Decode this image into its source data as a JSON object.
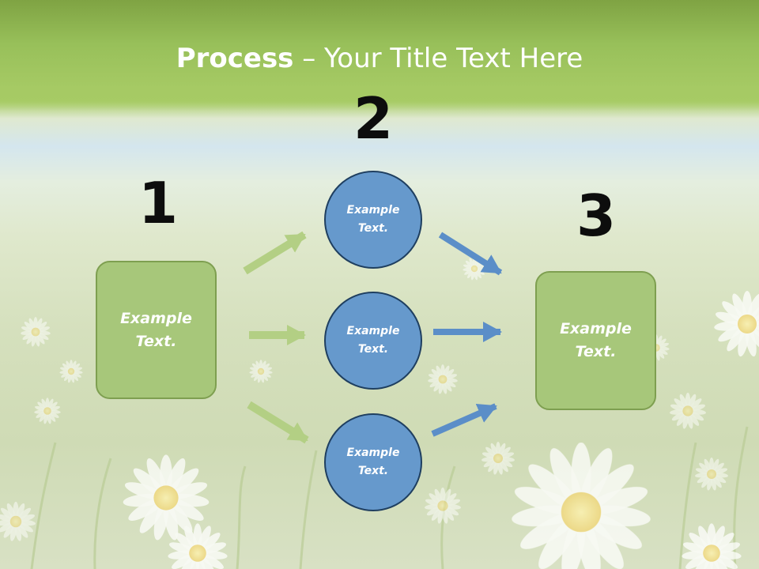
{
  "title": {
    "bold": "Process",
    "rest": " – Your Title Text Here"
  },
  "steps": [
    {
      "number": "1",
      "text_line1": "Example",
      "text_line2": "Text."
    },
    {
      "number": "2"
    },
    {
      "number": "3",
      "text_line1": "Example",
      "text_line2": "Text."
    }
  ],
  "circles": [
    {
      "text_line1": "Example",
      "text_line2": "Text."
    },
    {
      "text_line1": "Example",
      "text_line2": "Text."
    },
    {
      "text_line1": "Example",
      "text_line2": "Text."
    }
  ],
  "colors": {
    "header_green": "#9fc65c",
    "box_fill": "#a7c77a",
    "box_border": "#7e9f50",
    "circle_fill": "#6699cc",
    "circle_border": "#1f3f60",
    "green_arrow": "#b3cf84",
    "blue_arrow": "#5b8ec8",
    "number_color": "#0d0d0d"
  },
  "background": "daisy-meadow-photo"
}
